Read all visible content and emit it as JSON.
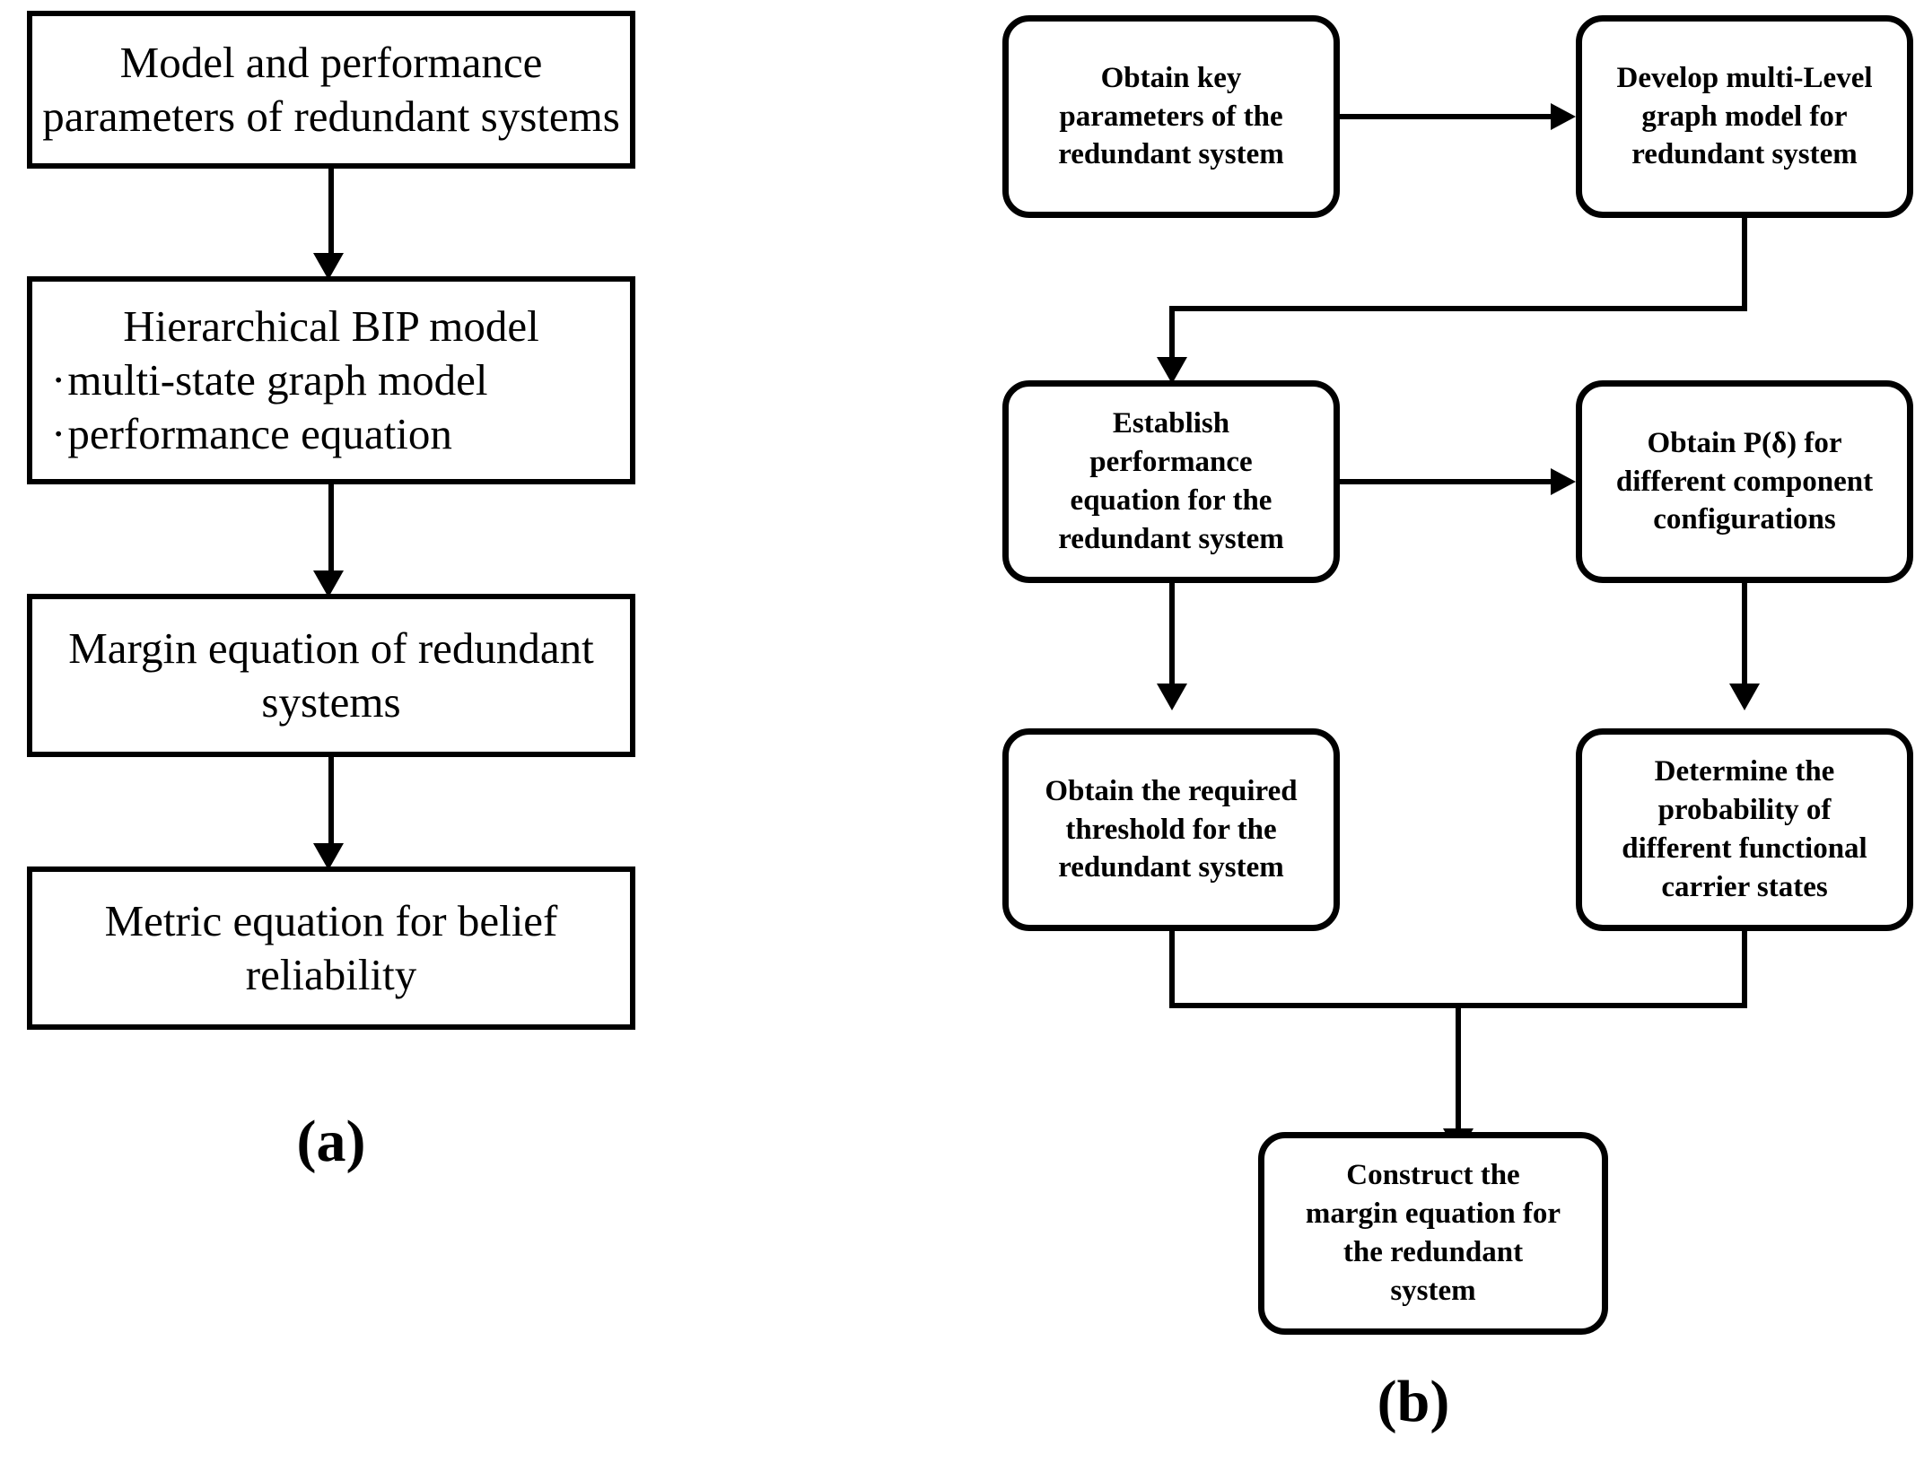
{
  "panel_a": {
    "caption": "(a)",
    "boxes": [
      {
        "name": "model-and-performance-parameters",
        "lines": [
          "Model and performance",
          "parameters of redundant systems"
        ]
      },
      {
        "name": "hierarchical-bip-model",
        "title": "Hierarchical BIP model",
        "bullets": [
          "multi-state graph model",
          "performance equation"
        ]
      },
      {
        "name": "margin-equation",
        "lines": [
          "Margin equation of redundant",
          "systems"
        ]
      },
      {
        "name": "metric-equation-belief-reliability",
        "lines": [
          "Metric equation for belief",
          "reliability"
        ]
      }
    ]
  },
  "panel_b": {
    "caption": "(b)",
    "boxes": [
      {
        "name": "obtain-key-parameters",
        "lines": [
          "Obtain key",
          "parameters of the",
          "redundant system"
        ]
      },
      {
        "name": "develop-multi-level-graph-model",
        "lines": [
          "Develop multi-Level",
          "graph model for",
          "redundant system"
        ]
      },
      {
        "name": "establish-performance-equation",
        "lines": [
          "Establish",
          "performance",
          "equation for the",
          "redundant system"
        ]
      },
      {
        "name": "obtain-p-delta",
        "lines": [
          "Obtain P(δ) for",
          "different component",
          "configurations"
        ]
      },
      {
        "name": "obtain-required-threshold",
        "lines": [
          "Obtain the required",
          "threshold for the",
          "redundant system"
        ]
      },
      {
        "name": "determine-probability-carrier-states",
        "lines": [
          "Determine the",
          "probability of",
          "different functional",
          "carrier states"
        ]
      },
      {
        "name": "construct-margin-equation",
        "lines": [
          "Construct the",
          "margin equation for",
          "the redundant",
          "system"
        ]
      }
    ]
  },
  "colors": {
    "stroke": "#000000",
    "background": "#ffffff"
  }
}
